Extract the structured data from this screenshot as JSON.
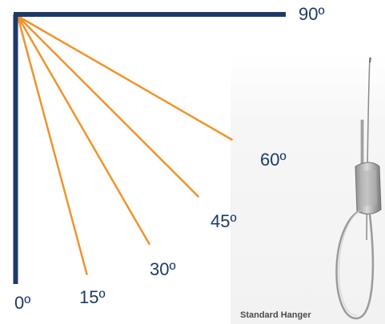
{
  "diagram": {
    "angles": [
      {
        "label": "0º",
        "deg": 0
      },
      {
        "label": "15º",
        "deg": 15
      },
      {
        "label": "30º",
        "deg": 30
      },
      {
        "label": "45º",
        "deg": 45
      },
      {
        "label": "60º",
        "deg": 60
      },
      {
        "label": "90º",
        "deg": 90
      }
    ],
    "axis_color": "#1f3a66",
    "ray_color": "#f0932b",
    "hanger_caption": "Standard Hanger"
  }
}
